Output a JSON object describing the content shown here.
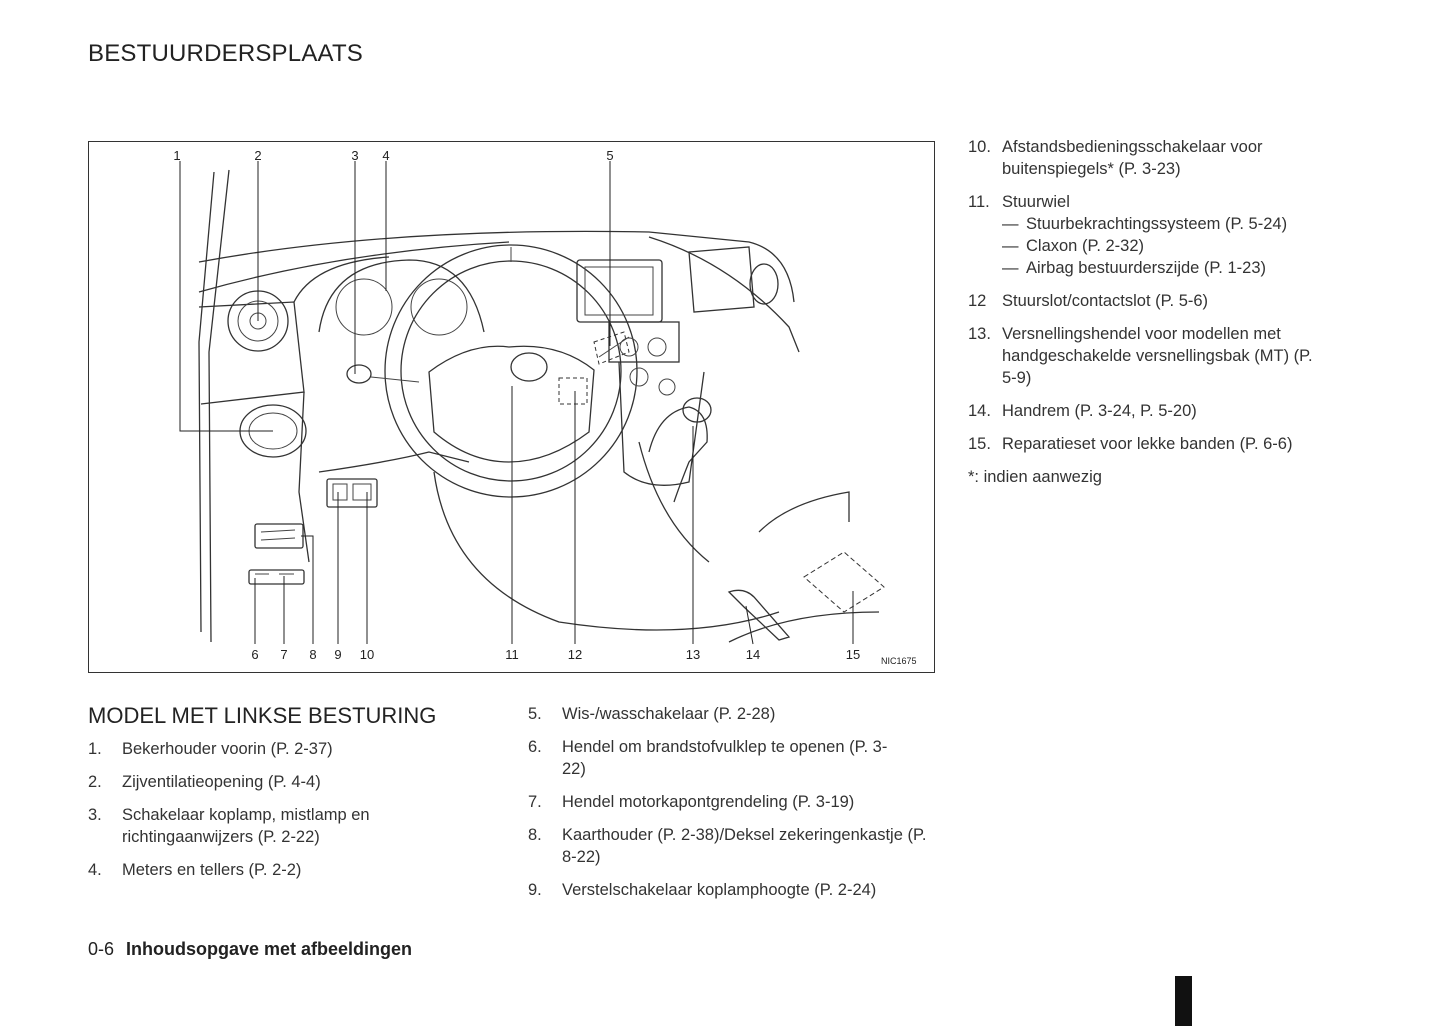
{
  "header": {
    "title": "BESTUURDERSPLAATS"
  },
  "figure": {
    "code": "NIC1675",
    "callouts_top": [
      "1",
      "2",
      "3",
      "4",
      "5"
    ],
    "callouts_bottom": [
      "6",
      "7",
      "8",
      "9",
      "10",
      "11",
      "12",
      "13",
      "14",
      "15"
    ]
  },
  "section": {
    "heading": "MODEL MET LINKSE BESTURING"
  },
  "items": [
    {
      "num": "1.",
      "text": "Bekerhouder voorin (P. 2-37)"
    },
    {
      "num": "2.",
      "text": "Zijventilatieopening (P. 4-4)"
    },
    {
      "num": "3.",
      "text": "Schakelaar koplamp, mistlamp en richtingaanwijzers (P. 2-22)"
    },
    {
      "num": "4.",
      "text": "Meters en tellers (P. 2-2)"
    },
    {
      "num": "5.",
      "text": "Wis-/wasschakelaar (P. 2-28)"
    },
    {
      "num": "6.",
      "text": "Hendel om brandstofvulklep te openen (P. 3-22)"
    },
    {
      "num": "7.",
      "text": "Hendel motorkapontgrendeling (P. 3-19)"
    },
    {
      "num": "8.",
      "text": "Kaarthouder (P. 2-38)/Deksel zekeringenkastje (P. 8-22)"
    },
    {
      "num": "9.",
      "text": "Verstelschakelaar koplamphoogte (P. 2-24)"
    },
    {
      "num": "10.",
      "text": "Afstandsbedieningsschakelaar voor buitenspiegels* (P. 3-23)"
    },
    {
      "num": "11.",
      "text": "Stuurwiel",
      "subs": [
        "Stuurbekrachtingssysteem (P. 5-24)",
        "Claxon (P. 2-32)",
        "Airbag bestuurderszijde (P. 1-23)"
      ]
    },
    {
      "num": "12",
      "text": "Stuurslot/contactslot (P. 5-6)"
    },
    {
      "num": "13.",
      "text": "Versnellingshendel voor modellen met handgeschakelde versnellingsbak (MT) (P. 5-9)"
    },
    {
      "num": "14.",
      "text": "Handrem (P. 3-24, P. 5-20)"
    },
    {
      "num": "15.",
      "text": "Reparatieset voor lekke banden (P. 6-6)"
    }
  ],
  "footnote": "*: indien aanwezig",
  "footer": {
    "page": "0-6",
    "title": "Inhoudsopgave met afbeeldingen"
  }
}
